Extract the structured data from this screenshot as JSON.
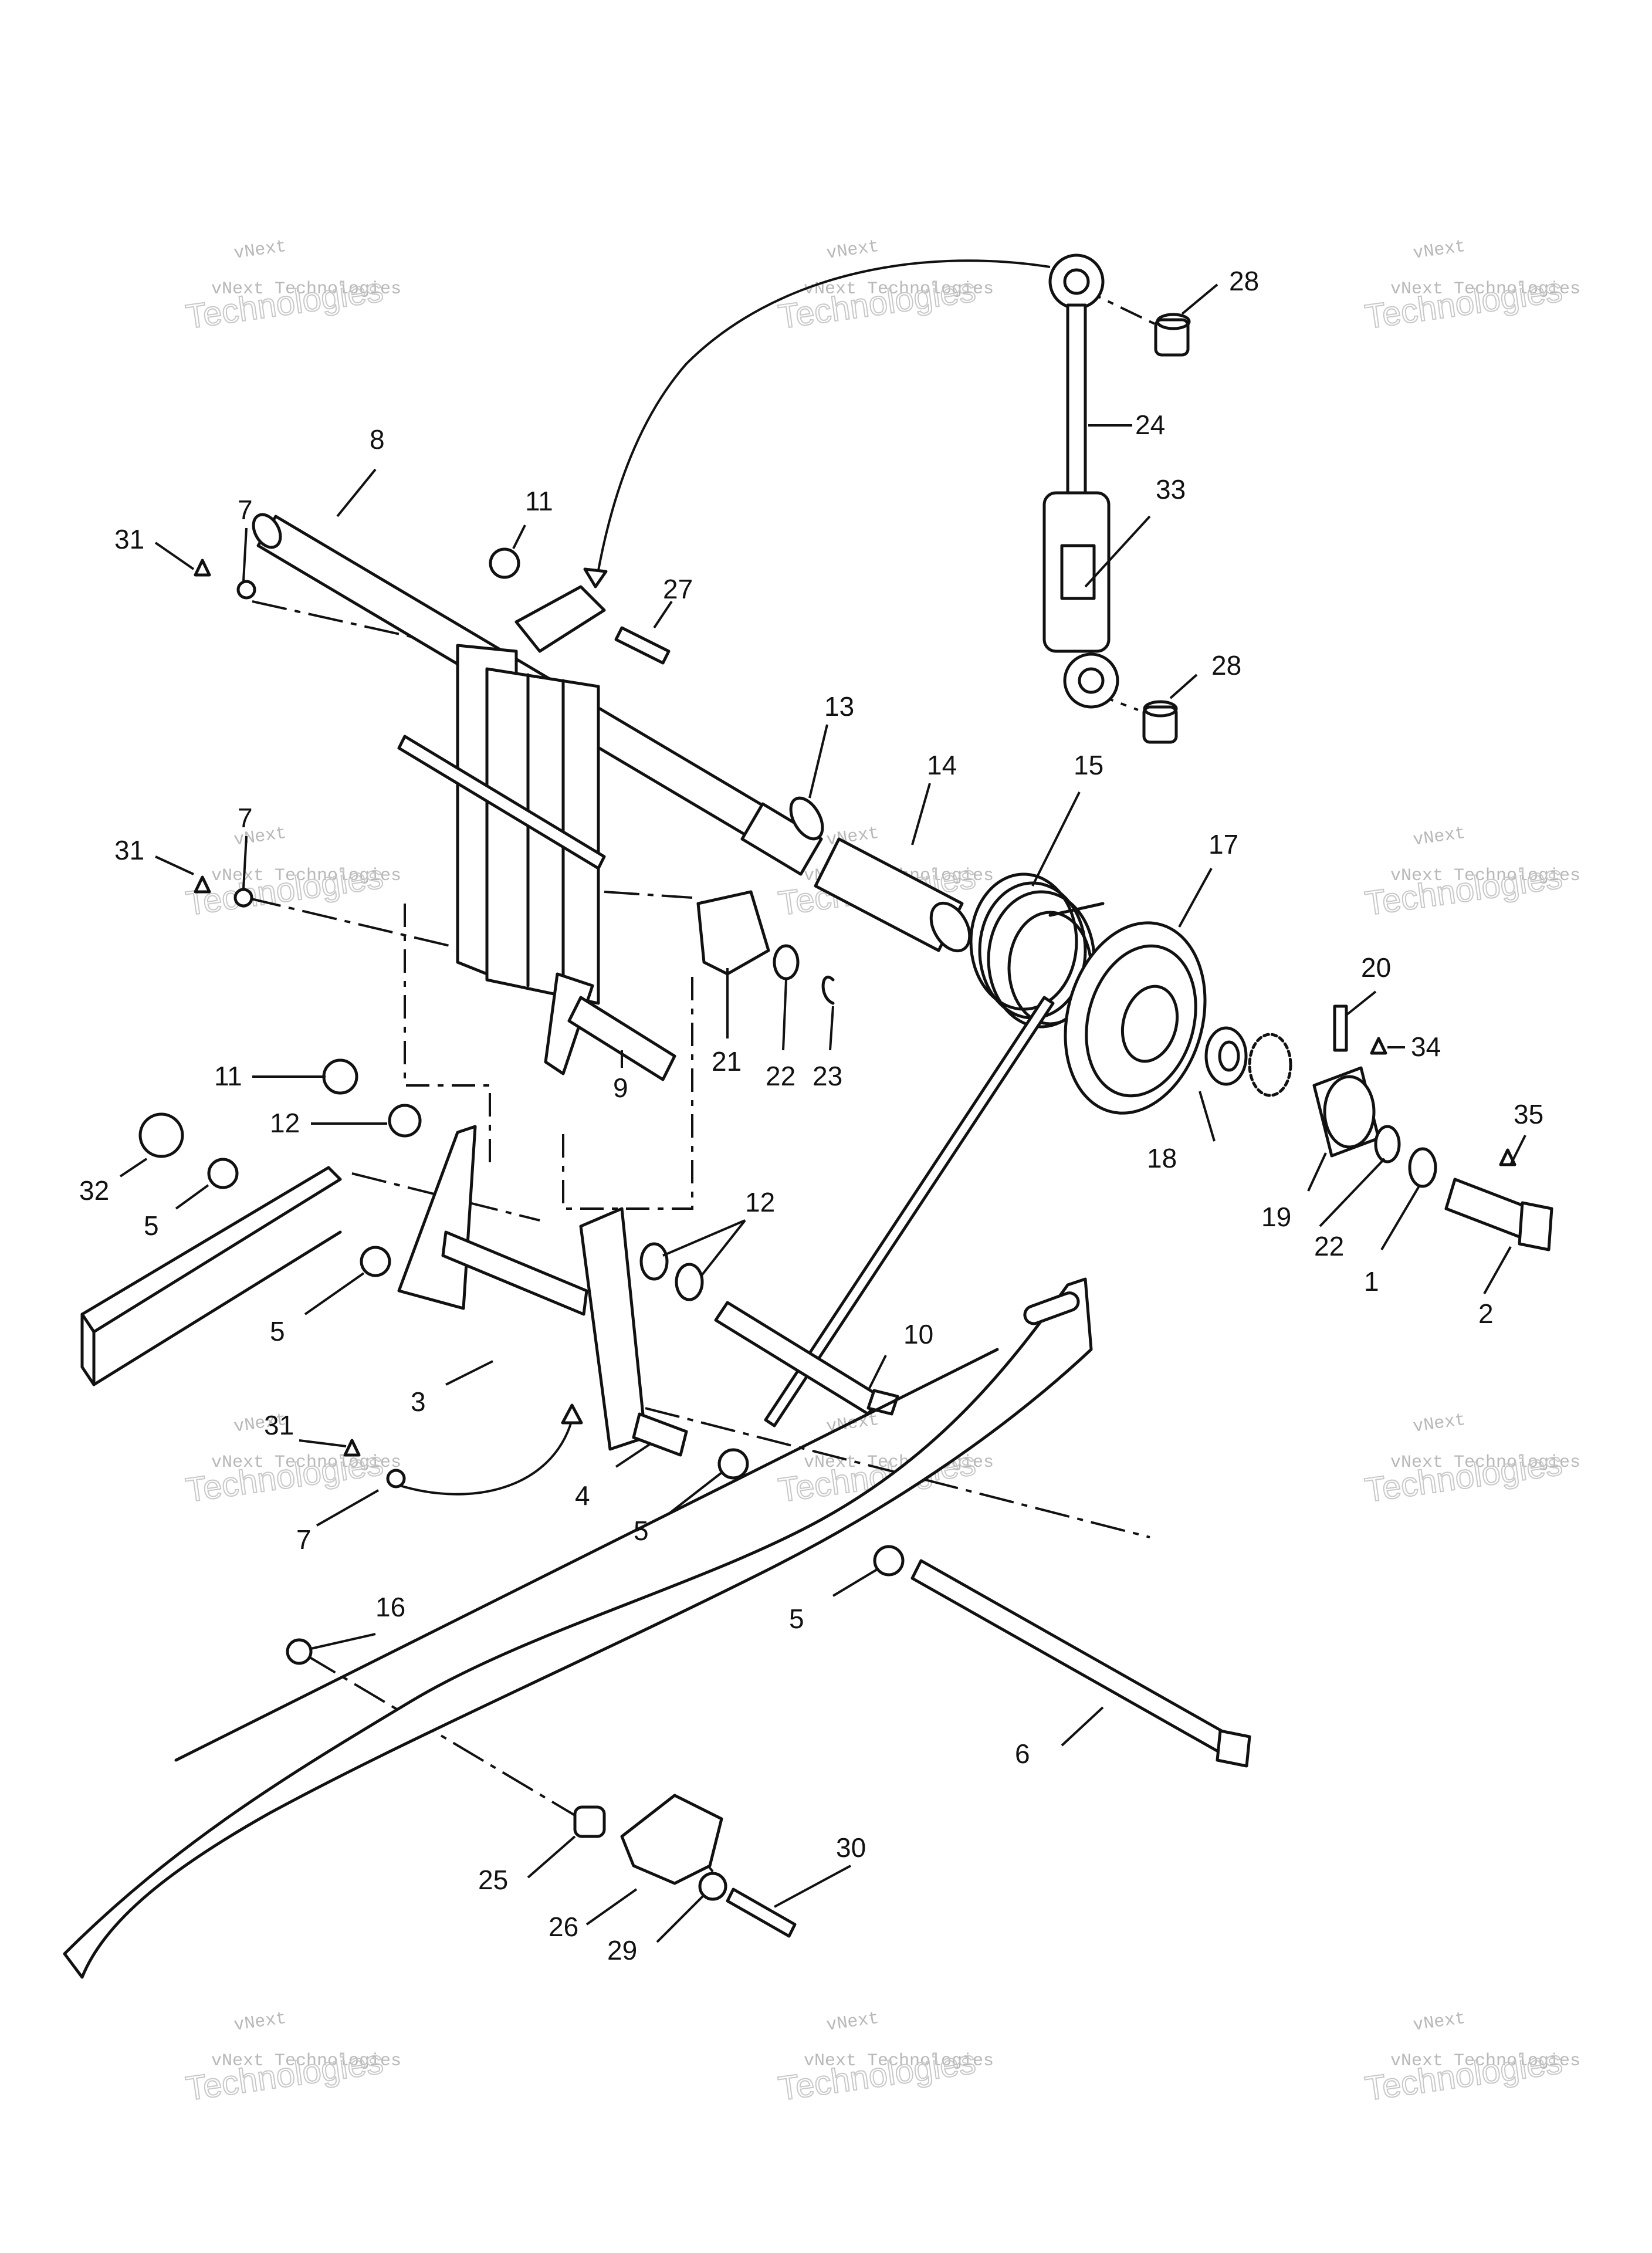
{
  "watermark": {
    "brand_top": "vNext",
    "brand_line": "vNext Technologies",
    "brand_big": "Technologies"
  },
  "callouts": {
    "c1": "1",
    "c2": "2",
    "c3": "3",
    "c4": "4",
    "c5a": "5",
    "c5b": "5",
    "c5c": "5",
    "c5d": "5",
    "c6": "6",
    "c7a": "7",
    "c7b": "7",
    "c7c": "7",
    "c8": "8",
    "c9": "9",
    "c10": "10",
    "c11a": "11",
    "c11b": "11",
    "c12a": "12",
    "c12b": "12",
    "c13": "13",
    "c14": "14",
    "c15": "15",
    "c16": "16",
    "c17": "17",
    "c18": "18",
    "c19": "19",
    "c20": "20",
    "c21": "21",
    "c22a": "22",
    "c22b": "22",
    "c23": "23",
    "c24": "24",
    "c25": "25",
    "c26": "26",
    "c27": "27",
    "c28a": "28",
    "c28b": "28",
    "c29": "29",
    "c30": "30",
    "c31a": "31",
    "c31b": "31",
    "c31c": "31",
    "c32": "32",
    "c33": "33",
    "c34": "34",
    "c35": "35"
  }
}
